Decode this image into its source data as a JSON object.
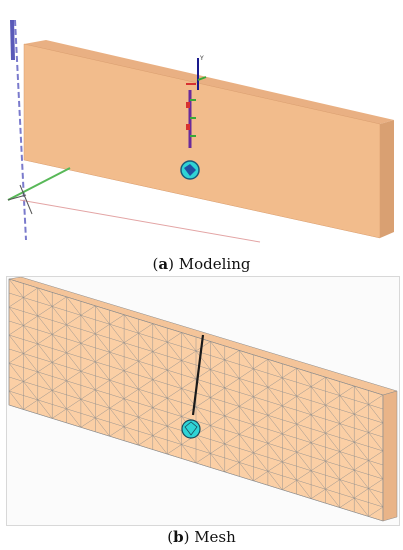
{
  "figure": {
    "panel_a": {
      "caption_letter": "a",
      "caption_text": "Modeling",
      "axis_label": "Y"
    },
    "panel_b": {
      "caption_letter": "b",
      "caption_text": "Mesh"
    },
    "colors": {
      "block_front": "#F2BC8C",
      "block_top": "#E9B083",
      "block_side": "#D9A072",
      "mesh_fill": "#FBCFA5",
      "mesh_line": "#8C8C8C",
      "tunnel": "#2FD4D6",
      "pile": "#1A1A8C"
    }
  }
}
